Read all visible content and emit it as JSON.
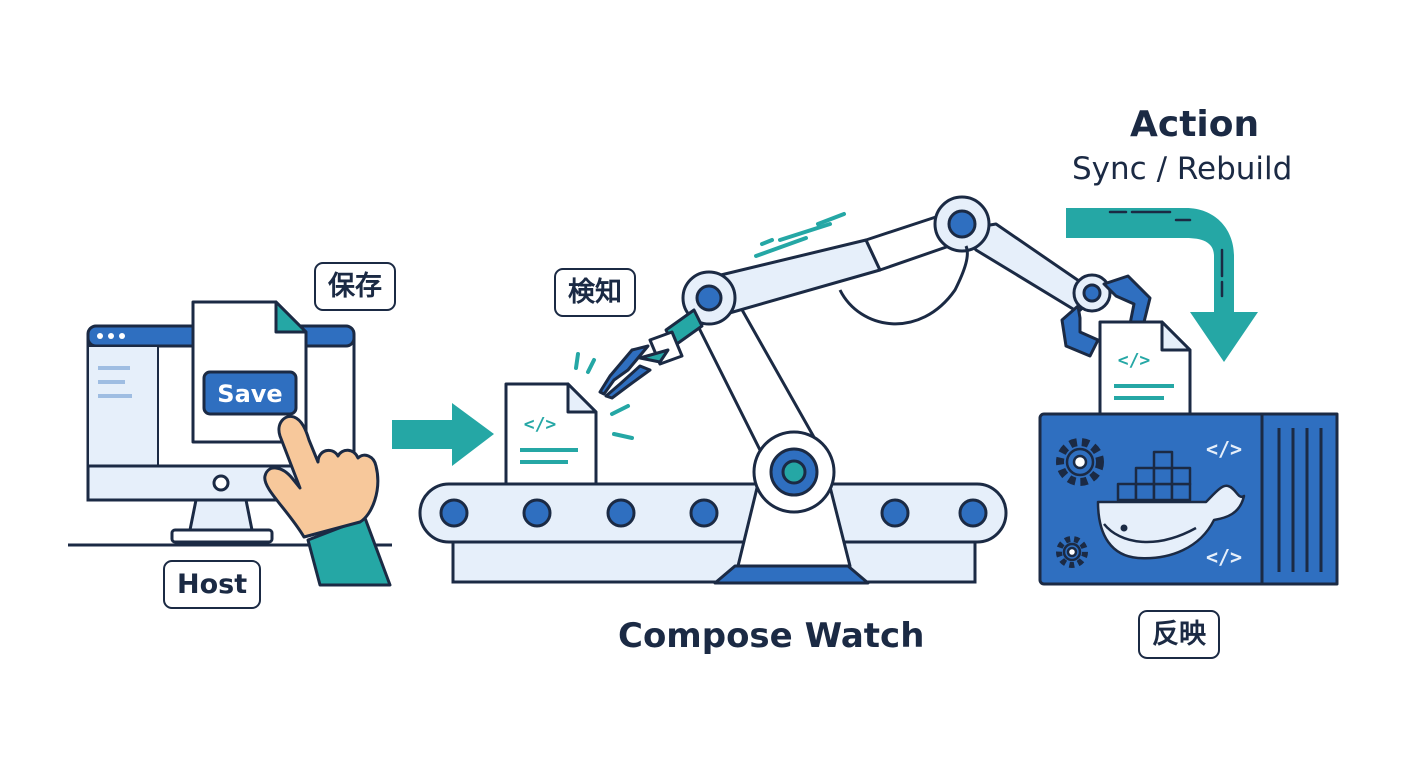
{
  "labels": {
    "save_tag": "保存",
    "detect_tag": "検知",
    "host_tag": "Host",
    "reflect_tag": "反映",
    "save_button": "Save",
    "pipeline_title": "Compose Watch",
    "action_title": "Action",
    "action_subtitle": "Sync / Rebuild"
  },
  "icons": {
    "code_glyph": "</>",
    "host_icon": "monitor-icon",
    "arm_icon": "robot-arm-icon",
    "container_icon": "docker-whale-icon",
    "gear_icon": "gear-icon"
  },
  "colors": {
    "navy": "#1b2a44",
    "blue": "#2f6fc0",
    "light_blue": "#e6effa",
    "teal": "#25a7a5",
    "skin": "#f7c89b"
  }
}
